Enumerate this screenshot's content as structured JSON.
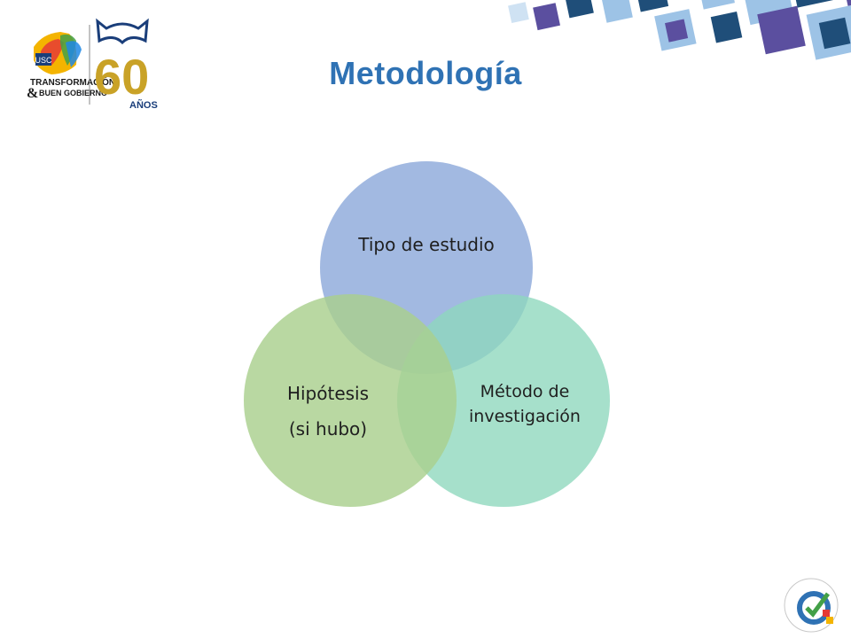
{
  "slide": {
    "title": "Metodología"
  },
  "logo": {
    "usc": "USC",
    "line1": "TRANSFORMACIÓN",
    "amp": "&",
    "line2": "BUEN GOBIERNO",
    "years": "60",
    "years_word": "AÑOS"
  },
  "venn": {
    "top_label": "Tipo de estudio",
    "right_label_line1": "Método de",
    "right_label_line2": "investigación",
    "left_label_line1": "Hipótesis",
    "left_label_line2": "(si hubo)",
    "colors": {
      "top": "#8eaadb",
      "right": "#8dd7bd",
      "left": "#a9d08e"
    }
  },
  "colors": {
    "title": "#2f72b4",
    "deco_blue": "#1f4e79",
    "deco_light": "#9dc3e6",
    "deco_purple": "#5b4f9f"
  }
}
